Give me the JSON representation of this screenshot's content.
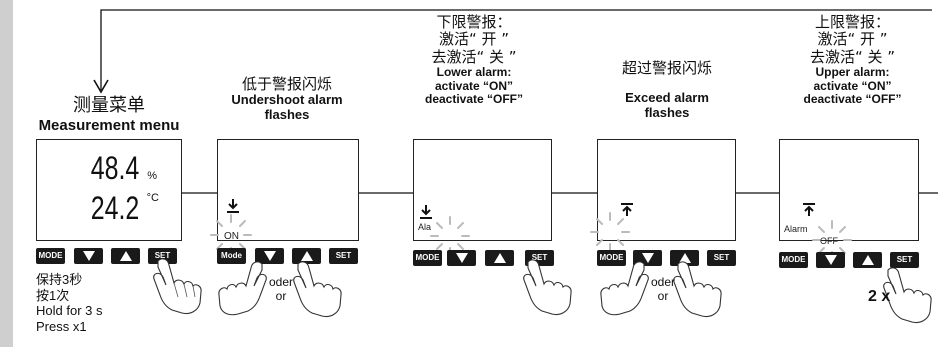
{
  "step1": {
    "title_zh": "测量菜单",
    "title_en": "Measurement menu",
    "value_top": "48.4",
    "unit_top": "%",
    "value_bottom": "24.2",
    "unit_bottom": "°C",
    "note_zh_1": "保持3秒",
    "note_zh_2": "按1次",
    "note_en_1": "Hold for 3 s",
    "note_en_2": "Press x1"
  },
  "step2": {
    "title_zh": "低于警报闪烁",
    "title_en_1": "Undershoot alarm",
    "title_en_2": "flashes",
    "screen_on": "ON",
    "screen_mode": "Mode",
    "label_oder": "oder",
    "label_or": "or"
  },
  "step3": {
    "title_zh_1": "下限警报：",
    "title_zh_2": "激活“ 开 ”",
    "title_zh_3": "去激活“ 关 ”",
    "title_en_1": "Lower alarm:",
    "title_en_2": "activate “ON”",
    "title_en_3": "deactivate “OFF”",
    "screen_text": "Ala"
  },
  "step4": {
    "title_zh": "超过警报闪烁",
    "title_en_1": "Exceed alarm",
    "title_en_2": "flashes",
    "label_oder": "oder",
    "label_or": "or"
  },
  "step5": {
    "title_zh_1": "上限警报：",
    "title_zh_2": "激活“ 开 ”",
    "title_zh_3": "去激活“ 关 ”",
    "title_en_1": "Upper alarm:",
    "title_en_2": "activate “ON”",
    "title_en_3": "deactivate “OFF”",
    "screen_alarm": "Alarm",
    "screen_off": "OFF",
    "times": "2 x"
  },
  "buttons": {
    "mode": "MODE",
    "set": "SET"
  },
  "icons": {
    "lower_alarm": "arrow-down-to-line-icon",
    "upper_alarm": "arrow-up-from-line-icon",
    "flash": "flash-burst-icon",
    "hand": "pressing-hand-icon"
  }
}
